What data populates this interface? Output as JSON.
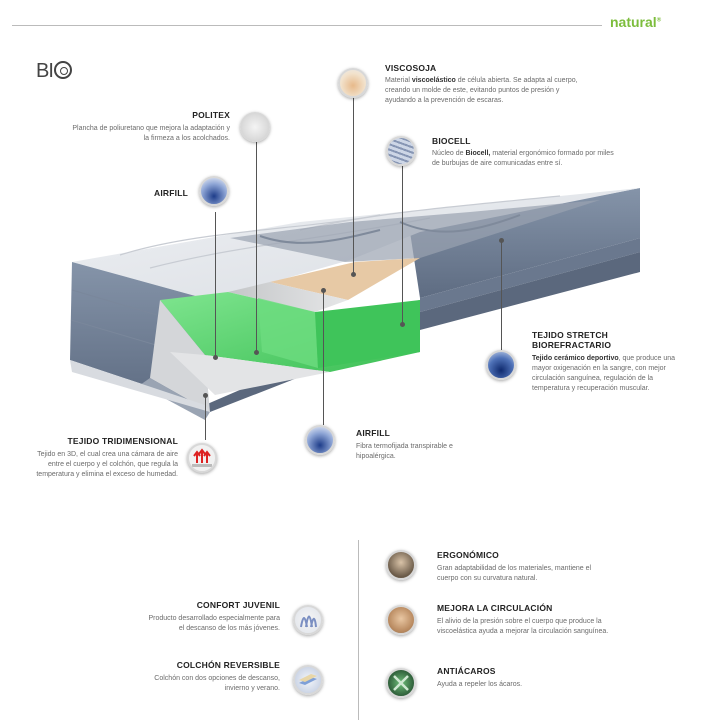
{
  "brand": {
    "logo": "natural",
    "logo_mark": "®",
    "bio": "BI"
  },
  "callouts": [
    {
      "id": "viscosoja",
      "title": "VISCOSOJA",
      "desc_pre": "Material ",
      "desc_bold": "viscoelástico",
      "desc_post": " de célula abierta. Se adapta al cuerpo, creando un molde de este, evitando puntos de presión y ayudando a la prevención de escaras."
    },
    {
      "id": "politex",
      "title": "POLITEX",
      "desc": "Plancha de poliuretano que mejora la adaptación y la firmeza a los acolchados."
    },
    {
      "id": "biocell",
      "title": "BIOCELL",
      "desc_pre": "Núcleo de ",
      "desc_bold": "Biocell,",
      "desc_post": " material ergonómico formado por miles de burbujas de aire comunicadas entre sí."
    },
    {
      "id": "airfill_top",
      "title": "AIRFILL"
    },
    {
      "id": "stretch",
      "title": "TEJIDO STRETCH",
      "title2": "BIOREFRACTARIO",
      "desc_bold": "Tejido cerámico deportivo",
      "desc_post": ", que produce una mayor oxigenación en la sangre, con mejor circulación sanguínea, regulación de la temperatura y recuperación muscular."
    },
    {
      "id": "tridimensional",
      "title": "TEJIDO TRIDIMENSIONAL",
      "desc": "Tejido en 3D, el cual crea una cámara de aire entre el cuerpo y el colchón, que regula la temperatura y elimina el exceso de humedad."
    },
    {
      "id": "airfill_bottom",
      "title": "AIRFILL",
      "desc": "Fibra termofijada transpirable e hipoalérgica."
    }
  ],
  "features_left": [
    {
      "id": "juvenil",
      "title": "CONFORT JUVENIL",
      "desc": "Producto desarrollado especialmente para el descanso de los más jóvenes."
    },
    {
      "id": "reversible",
      "title": "COLCHÓN REVERSIBLE",
      "desc": "Colchón con dos opciones de descanso, invierno y verano."
    }
  ],
  "features_right": [
    {
      "id": "ergonomico",
      "title": "ERGONÓMICO",
      "desc": "Gran adaptabilidad de los materiales, mantiene el cuerpo con su curvatura natural."
    },
    {
      "id": "circulacion",
      "title": "MEJORA LA CIRCULACIÓN",
      "desc": "El alivio de la presión sobre el cuerpo que produce la viscoelástica ayuda a mejorar la circulación sanguínea."
    },
    {
      "id": "antiacaros",
      "title": "ANTIÁCAROS",
      "desc": "Ayuda a repeler los ácaros."
    }
  ],
  "icons": {
    "viscosoja": "viscosoja-material-icon",
    "politex": "politex-sheet-icon",
    "biocell": "biocell-foam-icon",
    "airfill": "airfill-fiber-icon",
    "stretch": "stretch-fabric-icon",
    "tridimensional": "3d-fabric-arrows-icon",
    "juvenil": "junior-comfort-icon",
    "reversible": "reversible-mattress-icon",
    "ergonomico": "ergonomic-body-icon",
    "circulacion": "circulation-back-icon",
    "antiacaros": "anti-mite-icon"
  },
  "colors": {
    "brand_green": "#7cbd3c",
    "foam_green": "#4fd168",
    "viscosoja_tan": "#e7c9a5",
    "side_blue": "#6f7f96"
  }
}
